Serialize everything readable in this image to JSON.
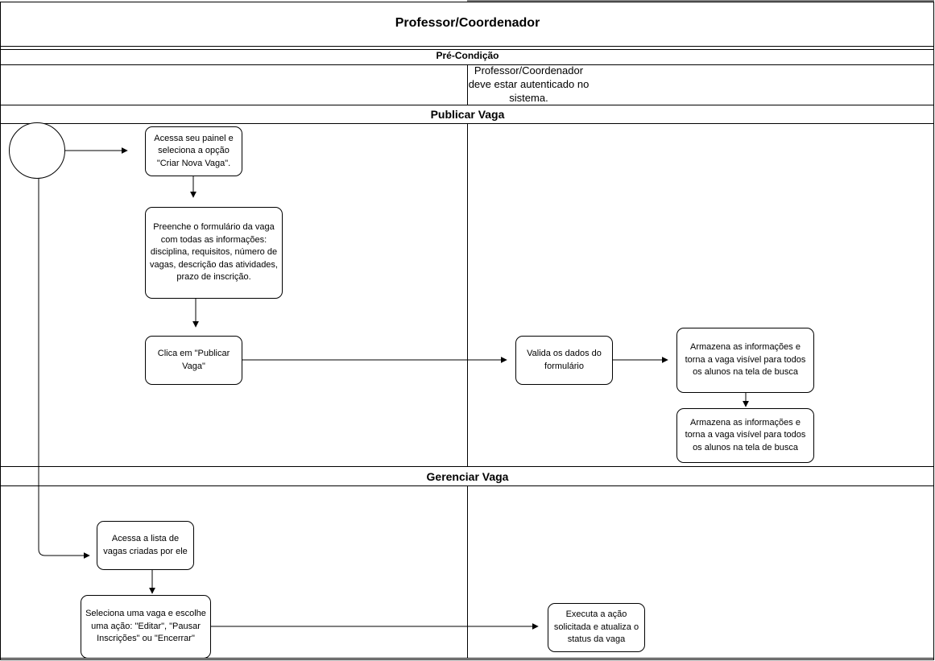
{
  "header": {
    "title": "Professor/Coordenador"
  },
  "precondition": {
    "label": "Pré-Condição",
    "text": "Professor/Coordenador deve estar autenticado no sistema."
  },
  "sections": {
    "publish": {
      "title": "Publicar Vaga",
      "steps": {
        "access_panel": "Acessa seu painel e seleciona a opção \"Criar Nova Vaga\".",
        "fill_form": "Preenche o formulário da vaga com todas as informações: disciplina, requisitos, número de vagas, descrição das atividades, prazo de inscrição.",
        "click_publish": "Clica em \"Publicar Vaga\"",
        "validate": "Valida os dados do formulário",
        "store_1": "Armazena as informações e torna a vaga visível para todos os alunos na tela de busca",
        "store_2": "Armazena as informações e torna a vaga visível para todos os alunos na tela de busca"
      }
    },
    "manage": {
      "title": "Gerenciar Vaga",
      "steps": {
        "access_list": "Acessa a lista de vagas criadas por ele",
        "select_action": "Seleciona uma vaga e escolhe uma ação: \"Editar\", \"Pausar Inscrições\" ou \"Encerrar\"",
        "execute": "Executa a ação solicitada e atualiza o status da vaga"
      }
    }
  }
}
